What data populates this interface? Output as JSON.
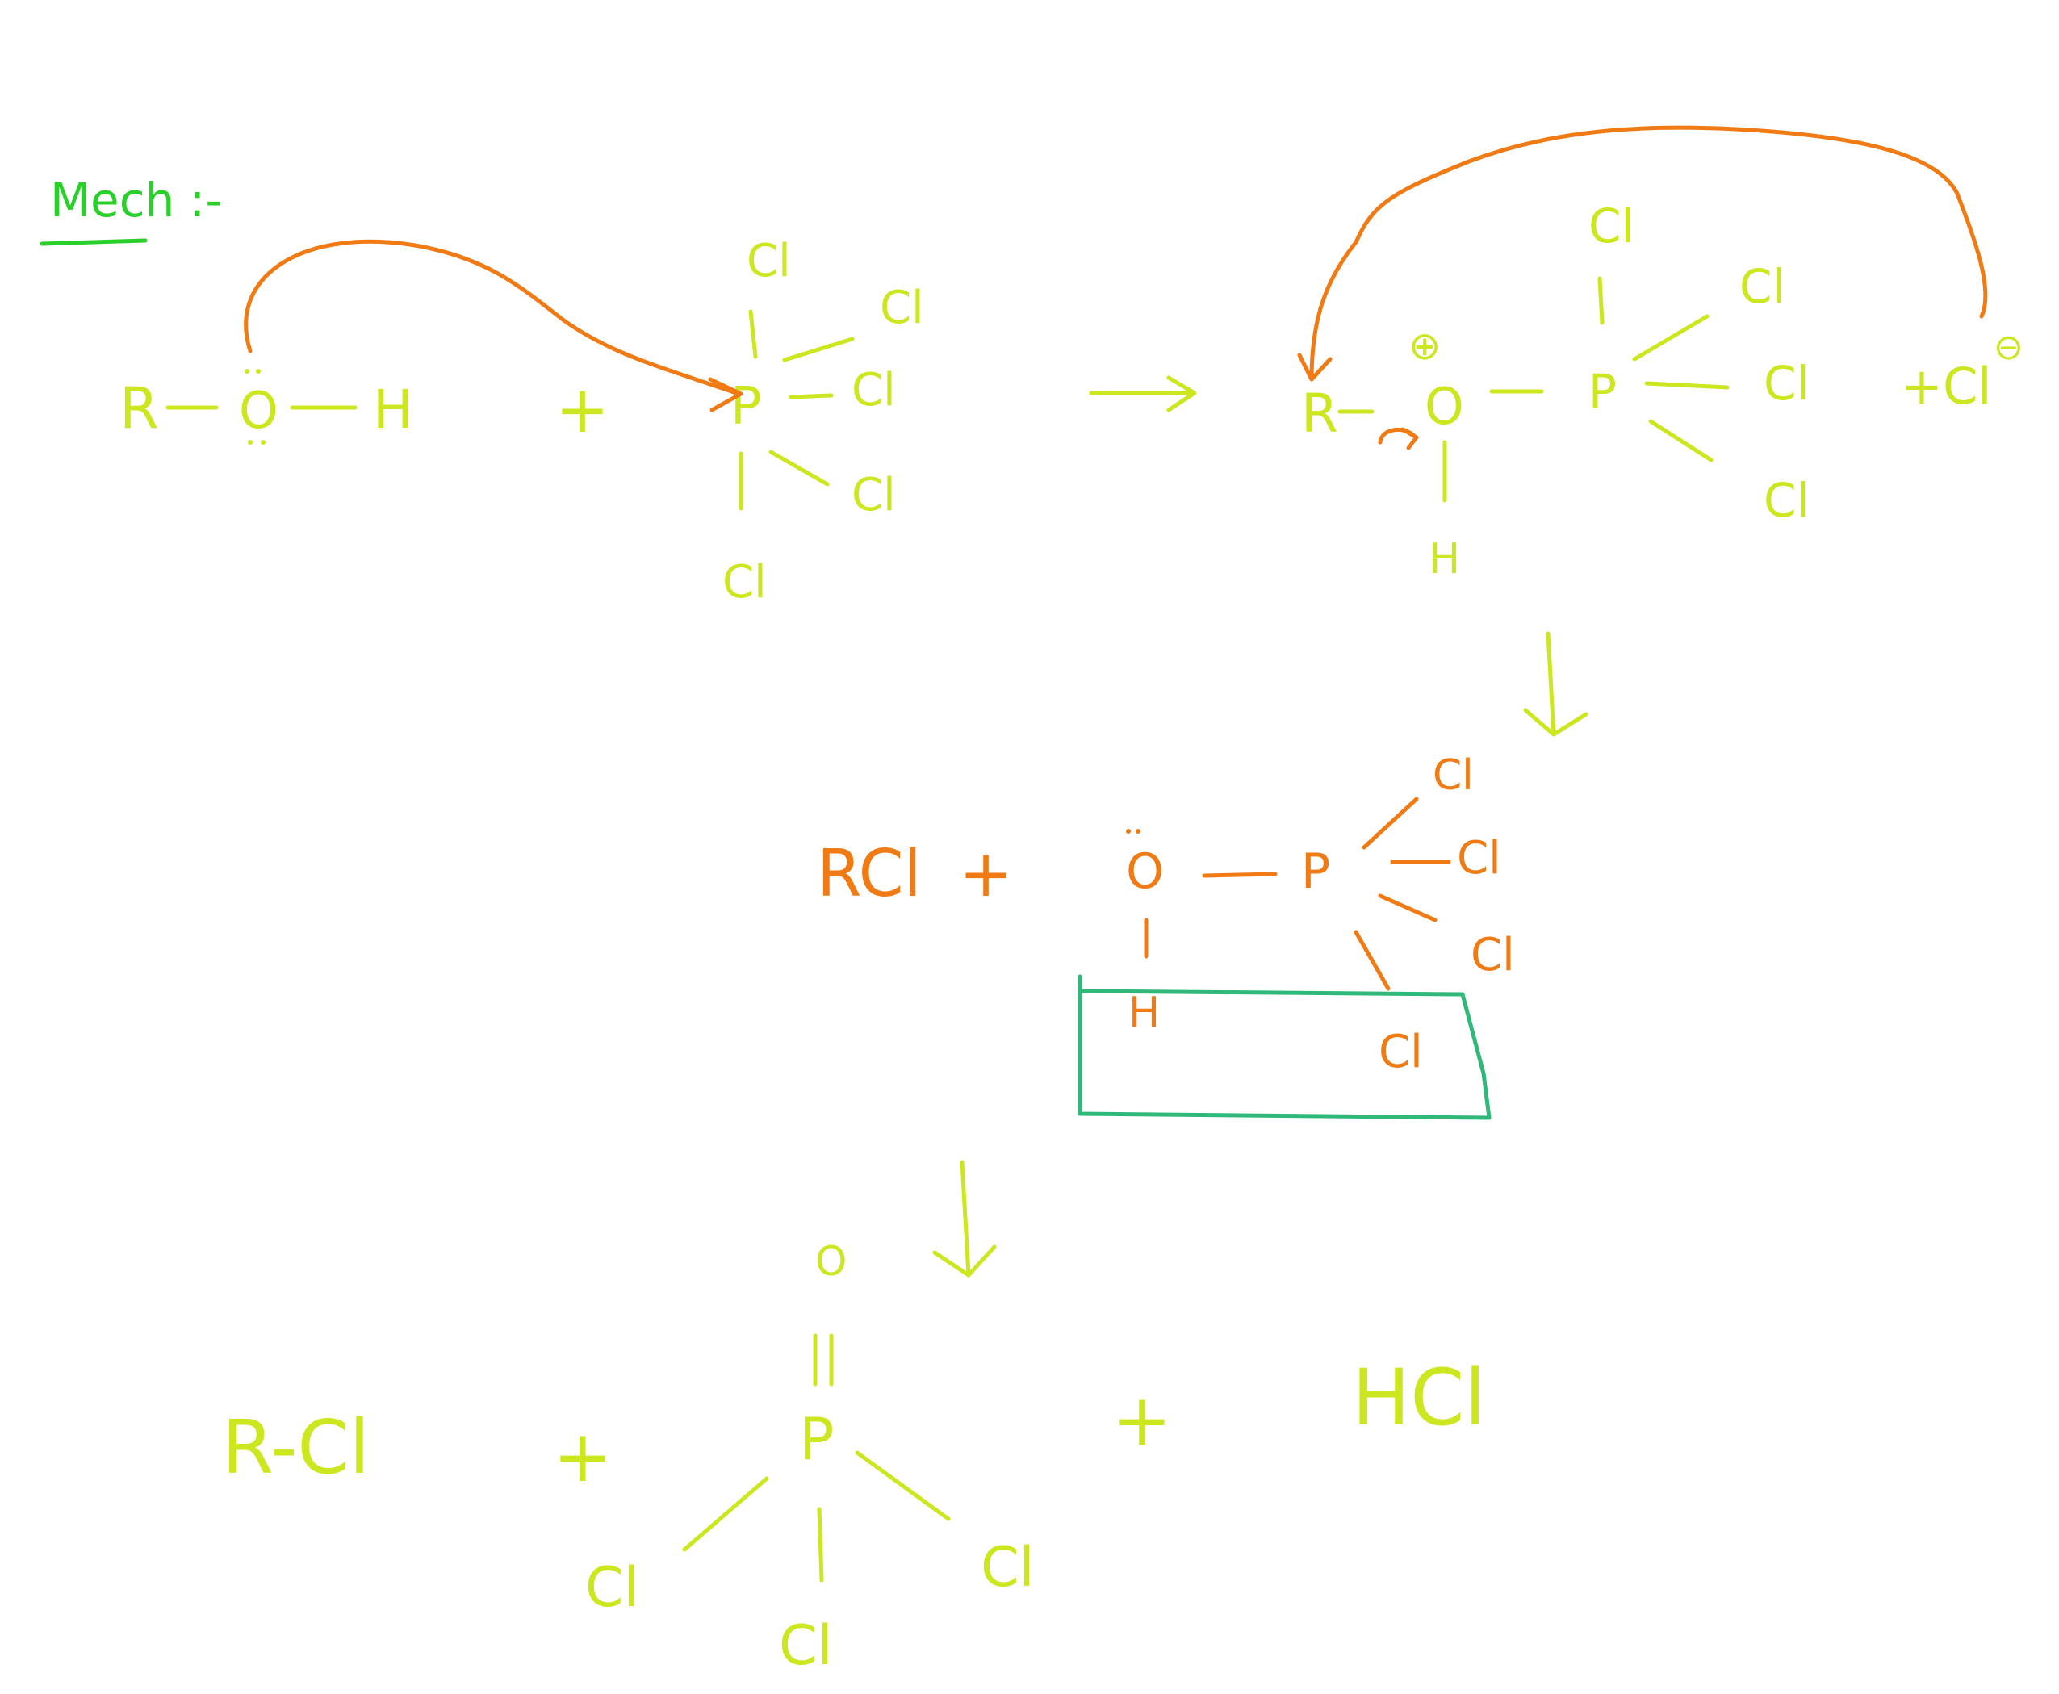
{
  "colors": {
    "main": "#cce61f",
    "highlight": "#f07a14",
    "heading": "#2ad02a",
    "box": "#2fb87a",
    "background": "#ffffff"
  },
  "heading": "Mech :-",
  "step1": {
    "alcohol": {
      "r": "R",
      "o": "O",
      "h": "H"
    },
    "plus": "+",
    "reagent": {
      "p": "P",
      "cl": [
        "Cl",
        "Cl",
        "Cl",
        "Cl",
        "Cl"
      ]
    },
    "reaction_arrow": "→"
  },
  "step2": {
    "r": "R",
    "o": "O",
    "charge_plus": "⊕",
    "h": "H",
    "p": "P",
    "cl": [
      "Cl",
      "Cl",
      "Cl",
      "Cl"
    ],
    "plus_chloride": "+Cl",
    "charge_minus": "⊖",
    "down_arrow": "↓"
  },
  "step3": {
    "product": "RCl",
    "plus": "+",
    "o": "O",
    "p": "P",
    "h": "H",
    "cl": [
      "Cl",
      "Cl",
      "Cl",
      "Cl"
    ],
    "down_arrow": "↓"
  },
  "step4": {
    "alkyl_halide": "R-Cl",
    "plus1": "+",
    "o": "O",
    "p": "P",
    "cl": [
      "Cl",
      "Cl",
      "Cl"
    ],
    "plus2": "+",
    "hcl": "HCl"
  }
}
